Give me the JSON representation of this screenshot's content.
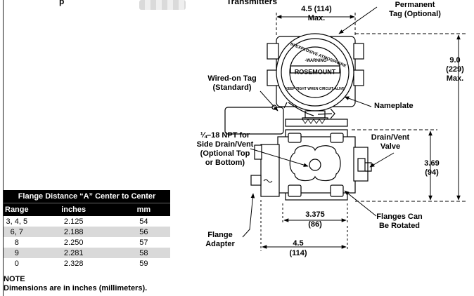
{
  "header": {
    "left_fragment": "p",
    "right_fragment": "Transmitters"
  },
  "callouts": {
    "width_top": "4.5 (114)",
    "width_top_sub": "Max.",
    "permanent_tag": "Permanent",
    "permanent_tag_2": "Tag (Optional)",
    "height_total": "9.0",
    "height_total_mm": "(229)",
    "height_total_sub": "Max.",
    "wired_tag": "Wired-on Tag",
    "wired_tag_2": "(Standard)",
    "nameplate": "Nameplate",
    "npt_1": "¼–18 NPT for",
    "npt_2": "Side Drain/Vent",
    "npt_3": "(Optional Top",
    "npt_4": "or Bottom)",
    "drain_valve_1": "Drain/Vent",
    "drain_valve_2": "Valve",
    "height_lower": "3.69",
    "height_lower_mm": "(94)",
    "flange_gap": "3.375",
    "flange_gap_mm": "(86)",
    "flanges_rotated_1": "Flanges Can",
    "flanges_rotated_2": "Be Rotated",
    "flange_adapter_1": "Flange",
    "flange_adapter_2": "Adapter",
    "width_bottom": "4.5",
    "width_bottom_mm": "(114)",
    "housing_brand": "ROSEMOUNT",
    "ring_1": "IN EXPLOSIVE ATMOSPHERE",
    "ring_2": "-WARNING-",
    "ring_3": "KEEP TIGHT WHEN CIRCUIT ALIVE"
  },
  "table": {
    "caption": "Flange Distance “A” Center to Center",
    "columns": [
      "Range",
      "inches",
      "mm"
    ],
    "rows": [
      [
        "3, 4, 5",
        "2.125",
        "54"
      ],
      [
        "6, 7",
        "2.188",
        "56"
      ],
      [
        "8",
        "2.250",
        "57"
      ],
      [
        "9",
        "2.281",
        "58"
      ],
      [
        "0",
        "2.328",
        "59"
      ]
    ]
  },
  "note": {
    "title": "NOTE",
    "text": "Dimensions are in inches (millimeters)."
  }
}
